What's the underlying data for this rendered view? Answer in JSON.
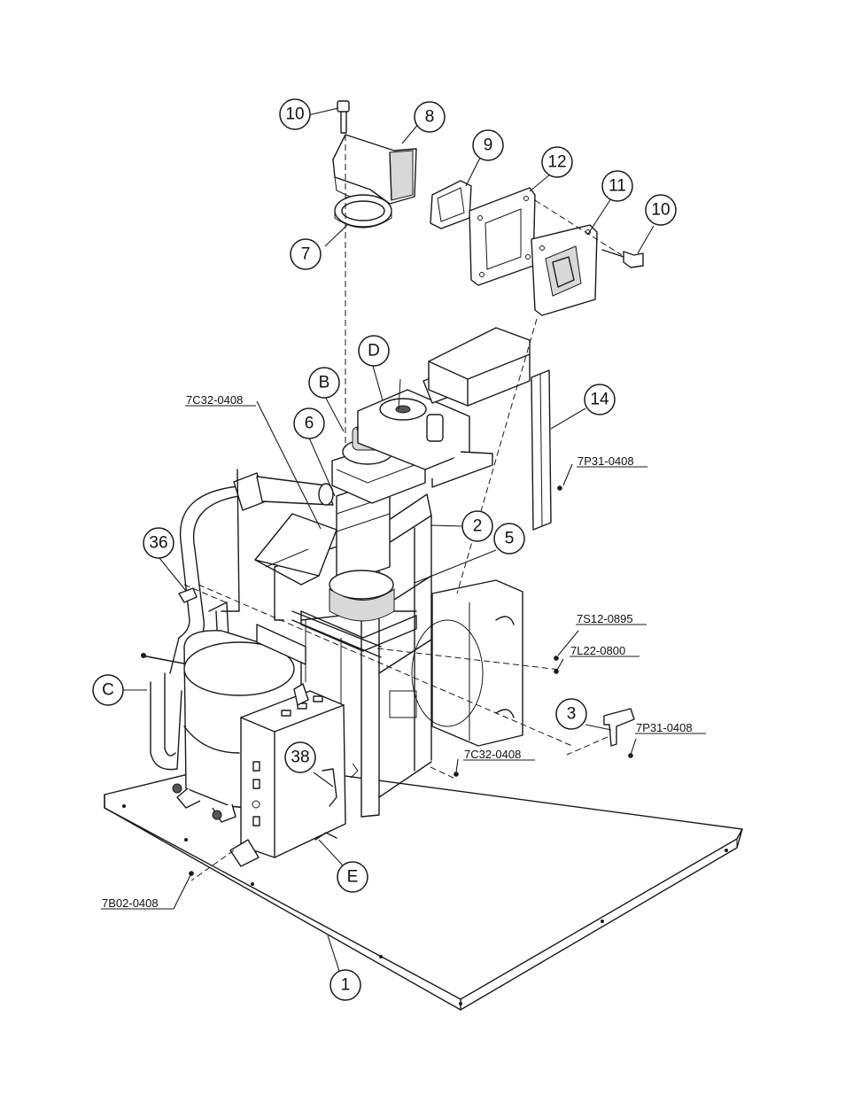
{
  "callouts": {
    "c1": "1",
    "c2": "2",
    "c3": "3",
    "c5": "5",
    "c6": "6",
    "c7": "7",
    "c8": "8",
    "c9": "9",
    "c10a": "10",
    "c10b": "10",
    "c11": "11",
    "c12": "12",
    "c14": "14",
    "c36": "36",
    "c38": "38",
    "cB": "B",
    "cC": "C",
    "cD": "D",
    "cE": "E"
  },
  "part_numbers": {
    "p7C32_top": "7C32-0408",
    "p7P31_a": "7P31-0408",
    "p7S12": "7S12-0895",
    "p7L22": "7L22-0800",
    "p7P31_b": "7P31-0408",
    "p7C32_bottom": "7C32-0408",
    "p7B02": "7B02-0408"
  }
}
